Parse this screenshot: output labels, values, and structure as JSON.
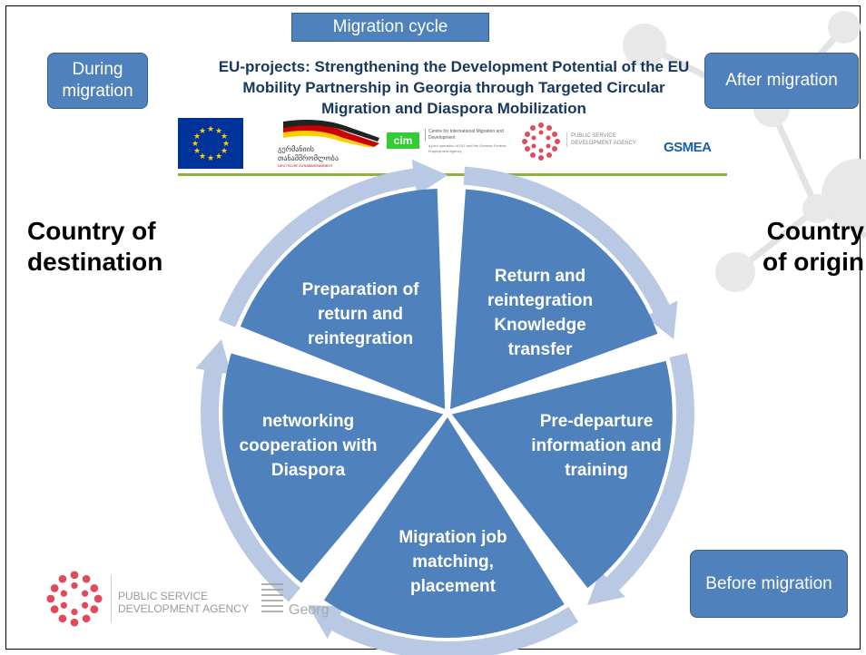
{
  "header": {
    "label": "Migration cycle"
  },
  "title": "EU-projects: Strengthening the Development Potential of the EU Mobility Partnership in Georgia through Targeted Circular Migration and Diaspora Mobilization",
  "phase_boxes": {
    "during": "During migration",
    "after": "After migration",
    "before": "Before migration"
  },
  "side_labels": {
    "destination": "Country of destination",
    "origin": "Country of origin"
  },
  "segments": [
    {
      "label": "Return and reintegration Knowledge transfer"
    },
    {
      "label": "Pre-departure information and training"
    },
    {
      "label": "Migration job matching, placement"
    },
    {
      "label": "networking cooperation with Diaspora"
    },
    {
      "label": "Preparation of return and reintegration"
    }
  ],
  "logos": {
    "georgian_text": "გერმანიის თანამშრომლობა",
    "deutsche": "DEUTSCHE ZUSAMMENARBEIT",
    "cim_mark": "cim",
    "cim_text": "Centre for International Migration and Development",
    "cim_sub": "a joint operation of GIZ and the German Federal Employment Agency",
    "psda_text": "PUBLIC SERVICE DEVELOPMENT AGENCY",
    "gsmea": "GSMEA",
    "bottom_psda": "PUBLIC SERVICE DEVELOPMENT AGENCY",
    "bottom_partial": "Georg"
  },
  "colors": {
    "segment_fill": "#4f81bd",
    "ring": "#b9c9e3",
    "title": "#17375e",
    "divider": "#8db23f"
  }
}
